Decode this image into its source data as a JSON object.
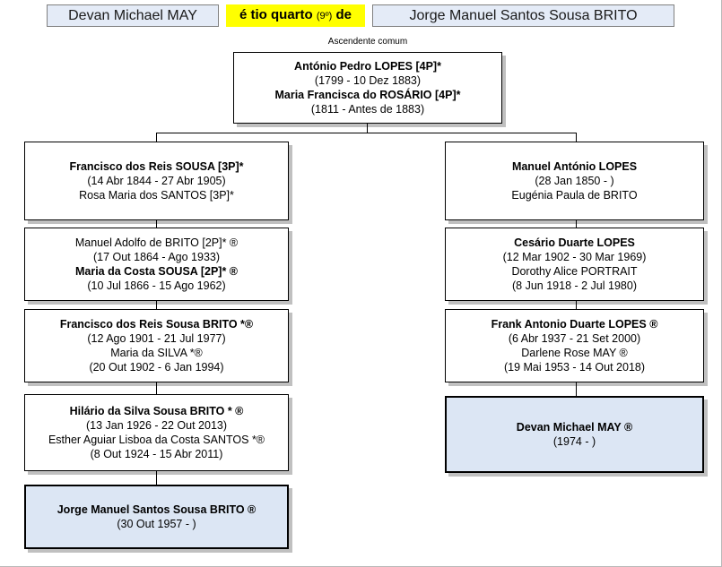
{
  "header": {
    "person_left": "Devan Michael MAY",
    "relationship": "é tio quarto",
    "relationship_ordinal": "(9º)",
    "relationship_suffix": "de",
    "person_right": "Jorge Manuel Santos Sousa BRITO",
    "highlight_color": "#ffff00",
    "box_color": "#e4ebf7"
  },
  "ancestor_label": "Ascendente comum",
  "common_ancestor": {
    "name1": "António Pedro LOPES [4P]*",
    "dates1": "(1799 - 10 Dez 1883)",
    "name2": "Maria Francisca do ROSÁRIO [4P]*",
    "dates2": "(1811 - Antes de 1883)"
  },
  "left_column": [
    {
      "name1": "Francisco dos Reis SOUSA [3P]*",
      "dates1": "(14 Abr 1844 - 27 Abr 1905)",
      "name2": "Rosa Maria dos SANTOS [3P]*",
      "dates2": "",
      "bold1": true,
      "bold2": false,
      "highlight": false
    },
    {
      "name1": "Manuel Adolfo de BRITO [2P]* ®",
      "dates1": "(17 Out 1864 - Ago 1933)",
      "name2": "Maria da Costa SOUSA [2P]* ®",
      "dates2": "(10 Jul 1866 - 15 Ago 1962)",
      "bold1": false,
      "bold2": true,
      "highlight": false
    },
    {
      "name1": "Francisco dos Reis Sousa BRITO *®",
      "dates1": "(12 Ago 1901 - 21 Jul 1977)",
      "name2": "Maria da SILVA *®",
      "dates2": "(20 Out 1902 - 6 Jan 1994)",
      "bold1": true,
      "bold2": false,
      "highlight": false
    },
    {
      "name1": "Hilário da Silva Sousa BRITO * ®",
      "dates1": "(13 Jan 1926 - 22 Out 2013)",
      "name2": "Esther Aguiar Lisboa da Costa SANTOS *®",
      "dates2": "(8 Out 1924 - 15 Abr 2011)",
      "bold1": true,
      "bold2": false,
      "highlight": false
    },
    {
      "name1": "Jorge Manuel Santos Sousa BRITO ®",
      "dates1": "(30 Out 1957 -            )",
      "name2": "",
      "dates2": "",
      "bold1": true,
      "bold2": false,
      "highlight": true
    }
  ],
  "right_column": [
    {
      "name1": "Manuel António LOPES",
      "dates1": "(28 Jan 1850 -            )",
      "name2": "Eugénia Paula de BRITO",
      "dates2": "",
      "bold1": true,
      "bold2": false,
      "highlight": false
    },
    {
      "name1": "Cesário Duarte LOPES",
      "dates1": "(12 Mar 1902 - 30 Mar 1969)",
      "name2": "Dorothy Alice PORTRAIT",
      "dates2": "(8 Jun 1918 - 2 Jul 1980)",
      "bold1": true,
      "bold2": false,
      "highlight": false
    },
    {
      "name1": "Frank Antonio Duarte LOPES ®",
      "dates1": "(6 Abr 1937 - 21 Set 2000)",
      "name2": "Darlene Rose MAY ®",
      "dates2": "(19 Mai 1953 - 14 Out 2018)",
      "bold1": true,
      "bold2": false,
      "highlight": false
    },
    {
      "name1": "Devan Michael MAY ®",
      "dates1": "(1974 -            )",
      "name2": "",
      "dates2": "",
      "bold1": true,
      "bold2": false,
      "highlight": true
    }
  ]
}
